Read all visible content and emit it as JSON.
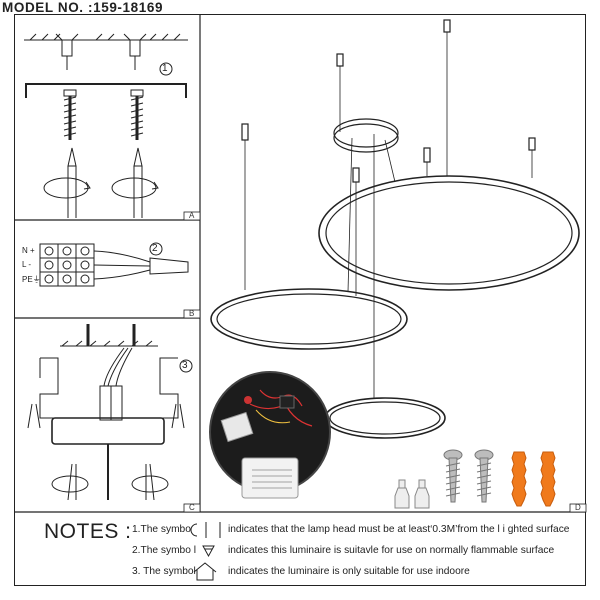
{
  "header": {
    "model_no": "MODEL NO. :159-18169"
  },
  "panels": {
    "a": {
      "step": "1",
      "letter": "A"
    },
    "b": {
      "step": "2",
      "letter": "B",
      "labels": [
        "N",
        "L",
        "PE"
      ]
    },
    "c": {
      "step": "3",
      "letter": "C"
    },
    "d": {
      "letter": "D"
    }
  },
  "notes": {
    "title": "NOTES :",
    "items": [
      {
        "prefix": "1.The symbo",
        "text": "indicates that the lamp head must be at least‘0.3M’from the l i ghted surface"
      },
      {
        "prefix": "2.The symbo l",
        "text": "indicates this luminaire is suitavle for use on normally flammable surface"
      },
      {
        "prefix": "3. The symbol",
        "text": "indicates the luminaire is only suitable for use indoore"
      }
    ]
  },
  "colors": {
    "line": "#222222",
    "anchor": "#f07a1c",
    "screw": "#9a9a9a",
    "driver_bg": "#1a1a1a"
  }
}
